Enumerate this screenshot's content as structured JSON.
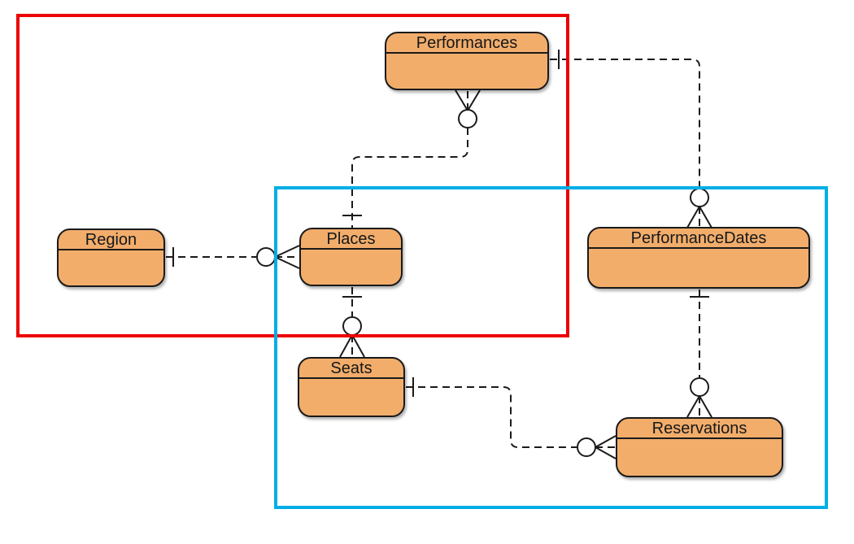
{
  "diagram_type": "entity-relationship-diagram",
  "notation": "crow's foot",
  "colors": {
    "background": "#FFFFFF",
    "entity_fill": "#F2AD6B",
    "entity_border": "#1A1A1A",
    "connector": "#1A1A1A",
    "cardinality_circle_fill": "#FFFFFF",
    "red_group": "#EC0000",
    "blue_group": "#00AEE6"
  },
  "entities": [
    {
      "label": "Performances"
    },
    {
      "label": "Region"
    },
    {
      "label": "Places"
    },
    {
      "label": "PerformanceDates"
    },
    {
      "label": "Seats"
    },
    {
      "label": "Reservations"
    }
  ],
  "relationships": [
    {
      "from": "Places",
      "from_cardinality": "exactly-one",
      "to": "Performances",
      "to_cardinality": "zero-or-many",
      "style": "dashed"
    },
    {
      "from": "Performances",
      "from_cardinality": "exactly-one",
      "to": "PerformanceDates",
      "to_cardinality": "zero-or-many",
      "style": "dashed"
    },
    {
      "from": "Region",
      "from_cardinality": "exactly-one",
      "to": "Places",
      "to_cardinality": "zero-or-many",
      "style": "dashed"
    },
    {
      "from": "Places",
      "from_cardinality": "exactly-one",
      "to": "Seats",
      "to_cardinality": "zero-or-many",
      "style": "dashed"
    },
    {
      "from": "PerformanceDates",
      "from_cardinality": "exactly-one",
      "to": "Reservations",
      "to_cardinality": "zero-or-many",
      "style": "dashed"
    },
    {
      "from": "Seats",
      "from_cardinality": "exactly-one",
      "to": "Reservations",
      "to_cardinality": "zero-or-many",
      "style": "dashed"
    }
  ],
  "groups": [
    {
      "name": "red-group",
      "color": "#EC0000",
      "members": [
        "Performances",
        "Region",
        "Places"
      ]
    },
    {
      "name": "blue-group",
      "color": "#00AEE6",
      "members": [
        "Places",
        "PerformanceDates",
        "Seats",
        "Reservations"
      ]
    }
  ]
}
